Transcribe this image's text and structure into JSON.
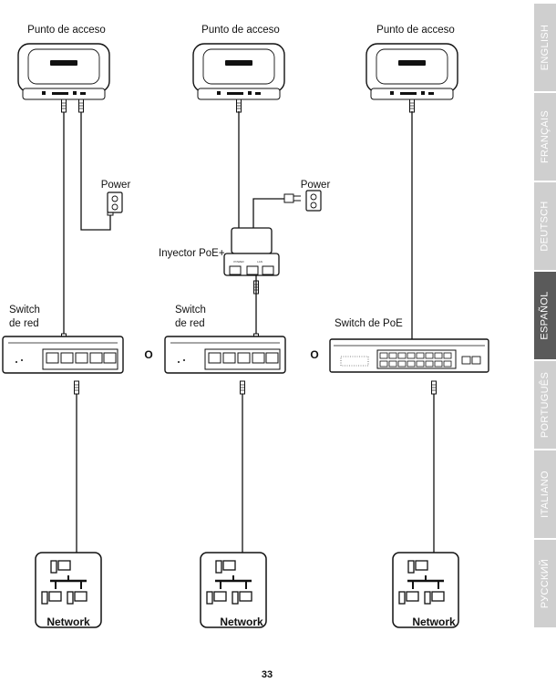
{
  "diagram": {
    "access_point_label": "Punto de acceso",
    "power_label": "Power",
    "injector_label": "Inyector PoE+",
    "switch_label_line1": "Switch",
    "switch_label_line2": "de red",
    "poe_switch_label": "Switch de PoE",
    "or_label": "O",
    "network_label": "Network",
    "injector_ports": [
      "POWER",
      "LAN"
    ]
  },
  "language_tabs": [
    {
      "label": "ENGLISH",
      "active": false
    },
    {
      "label": "FRANÇAIS",
      "active": false
    },
    {
      "label": "DEUTSCH",
      "active": false
    },
    {
      "label": "ESPAÑOL",
      "active": true
    },
    {
      "label": "PORTUGUÊS",
      "active": false
    },
    {
      "label": "ITALIANO",
      "active": false
    },
    {
      "label": "РУССКИЙ",
      "active": false
    }
  ],
  "page_number": "33",
  "colors": {
    "tab_inactive": "#cfcfcf",
    "tab_active": "#5a5a5a",
    "line": "#111111"
  }
}
